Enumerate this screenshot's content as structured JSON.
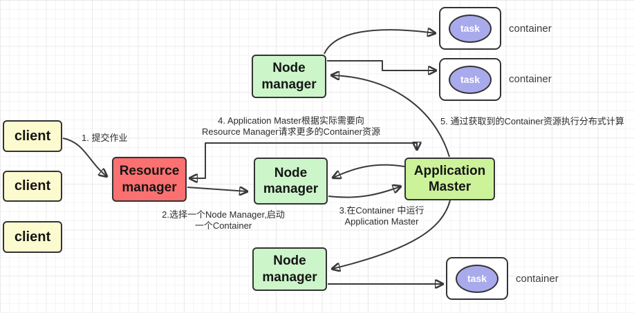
{
  "nodes": {
    "clients": [
      "client",
      "client",
      "client"
    ],
    "resource_manager": "Resource\nmanager",
    "node_manager_top": "Node\nmanager",
    "node_manager_middle": "Node\nmanager",
    "node_manager_bottom": "Node\nmanager",
    "application_master": "Application\nMaster",
    "tasks": [
      "task",
      "task",
      "task"
    ],
    "container_labels": [
      "container",
      "container",
      "container"
    ]
  },
  "annotations": {
    "step1": "1. 提交作业",
    "step2": "2.选择一个Node Manager,启动\n一个Container",
    "step3": "3.在Container 中运行\nApplication Master",
    "step4": "4. Application Master根据实际需要向\nResource Manager请求更多的Container资源",
    "step5": "5. 通过获取到的Container资源执行分布式计算"
  },
  "edges": [
    {
      "from": "client-1",
      "to": "resource-manager",
      "label": "1. 提交作业",
      "bidirectional": false
    },
    {
      "from": "resource-manager",
      "to": "node-manager-middle",
      "label": "2.选择一个Node Manager,启动一个Container",
      "bidirectional": false
    },
    {
      "from": "node-manager-middle",
      "to": "application-master",
      "label": "3.在Container 中运行Application Master",
      "bidirectional": true
    },
    {
      "from": "application-master",
      "to": "resource-manager",
      "label": "4. Application Master根据实际需要向Resource Manager请求更多的Container资源",
      "bidirectional": true
    },
    {
      "from": "application-master",
      "to": "node-manager-top",
      "label": "",
      "bidirectional": false
    },
    {
      "from": "application-master",
      "to": "node-manager-bottom",
      "label": "",
      "bidirectional": false
    },
    {
      "from": "node-manager-top",
      "to": "container-1",
      "label": "",
      "bidirectional": false
    },
    {
      "from": "node-manager-top",
      "to": "container-2",
      "label": "",
      "bidirectional": false
    },
    {
      "from": "node-manager-bottom",
      "to": "container-3",
      "label": "5. 通过获取到的Container资源执行分布式计算",
      "bidirectional": false
    }
  ],
  "colors": {
    "client_fill": "#FCFACF",
    "resource_manager_fill": "#FB7070",
    "node_manager_fill": "#CCF5CA",
    "application_master_fill": "#CCF29A",
    "task_fill": "#A8AAEC",
    "container_fill": "#FFFFFF",
    "border": "#333333",
    "arrow": "#3A3A3A",
    "grid_line": "#F0F0F0"
  }
}
